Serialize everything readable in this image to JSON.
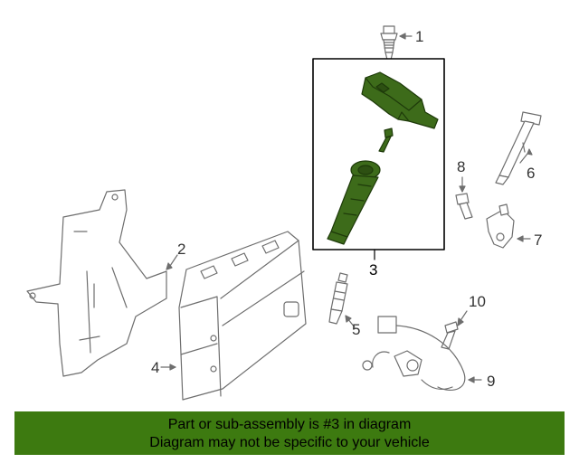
{
  "diagram": {
    "callouts": [
      {
        "id": "1",
        "label": "1"
      },
      {
        "id": "2",
        "label": "2"
      },
      {
        "id": "3",
        "label": "3"
      },
      {
        "id": "4",
        "label": "4"
      },
      {
        "id": "5",
        "label": "5"
      },
      {
        "id": "6",
        "label": "6"
      },
      {
        "id": "7",
        "label": "7"
      },
      {
        "id": "8",
        "label": "8"
      },
      {
        "id": "9",
        "label": "9"
      },
      {
        "id": "10",
        "label": "10"
      }
    ],
    "highlighted_part": "3",
    "colors": {
      "highlight_fill": "#3d6b1a",
      "banner": "#3d7a10",
      "line": "#6e6e6e",
      "frame": "#000000"
    }
  },
  "banner": {
    "line1": "Part or sub-assembly is #3 in diagram",
    "line2": "Diagram may not be specific to your vehicle"
  }
}
